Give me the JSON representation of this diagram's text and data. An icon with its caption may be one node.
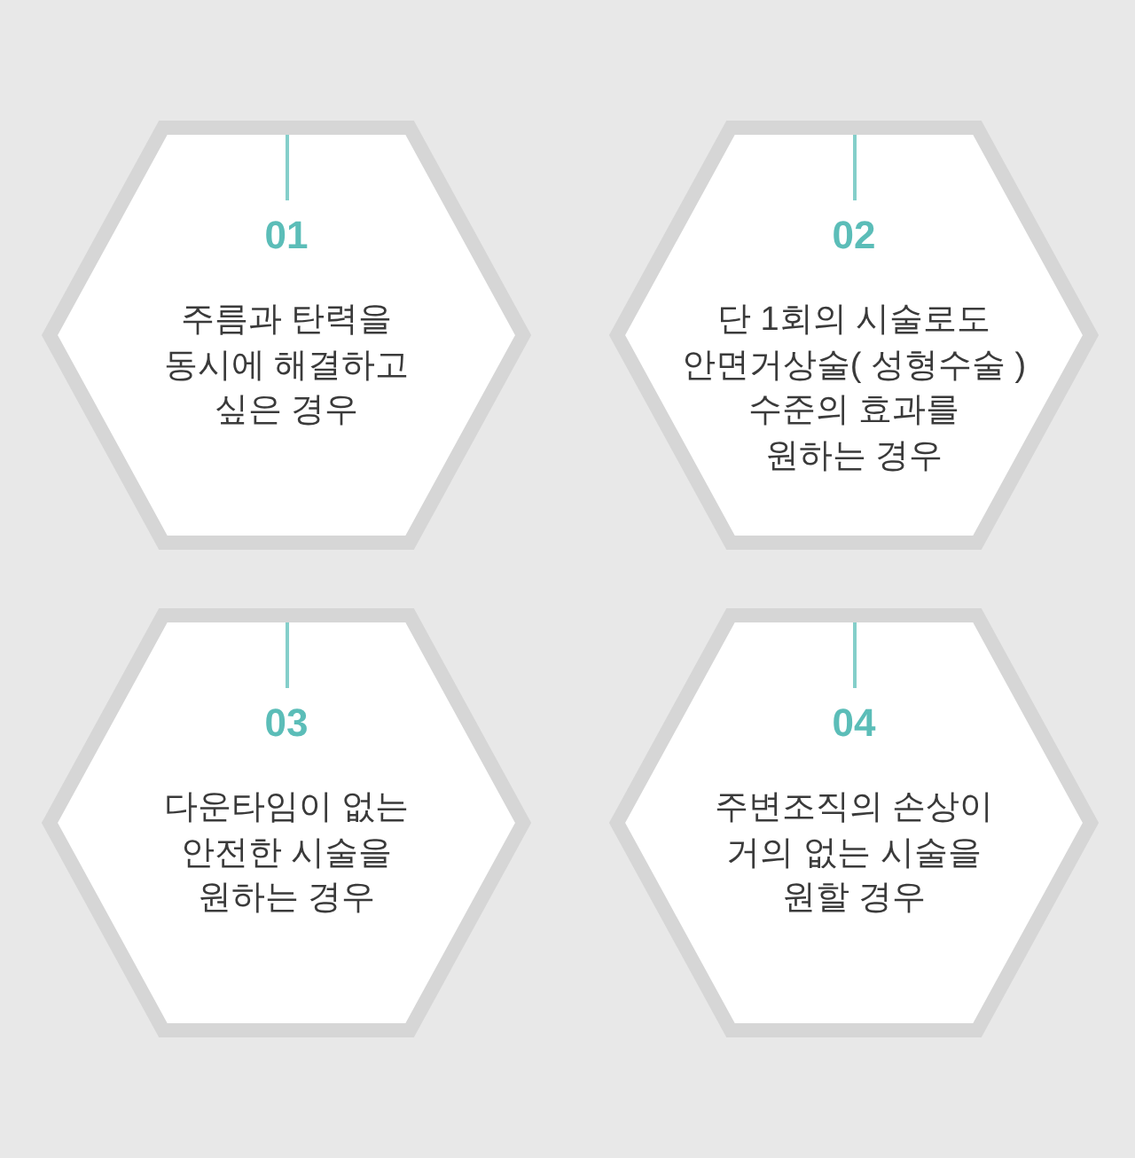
{
  "diagram": {
    "nodes": [
      {
        "text": [
          "01",
          "주름과 탄력을 동시에 해결하고 싶은 경우"
        ]
      },
      {
        "text": [
          "02",
          "단 1회의 시술로도 안면거상술( 성형수술 ) 수준의 효과를 원하는 경우"
        ]
      },
      {
        "text": [
          "03",
          "다운타임이 없는 안전한 시술을 원하는 경우"
        ]
      },
      {
        "text": [
          "04",
          "주변조직의 손상이 거의 없는 시술을 원할 경우"
        ]
      }
    ]
  }
}
